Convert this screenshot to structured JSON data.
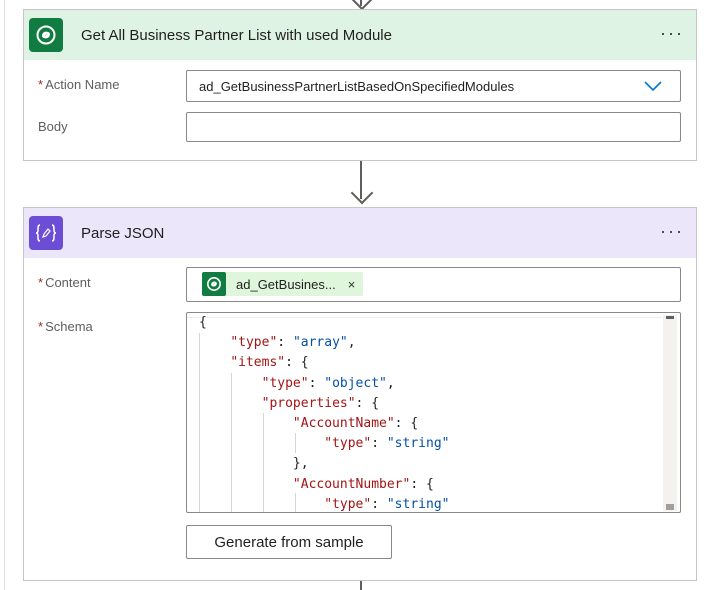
{
  "actions": [
    {
      "title": "Get All Business Partner List with used Module",
      "icon": "dataverse-icon",
      "header_color": "#dff3e4",
      "icon_color": "#107c41",
      "fields": [
        {
          "label": "Action Name",
          "required": true,
          "value": "ad_GetBusinessPartnerListBasedOnSpecifiedModules",
          "type": "dropdown"
        },
        {
          "label": "Body",
          "required": false,
          "value": "",
          "type": "text"
        }
      ]
    },
    {
      "title": "Parse JSON",
      "icon": "code-braces-icon",
      "header_color": "#ece6fb",
      "icon_color": "#6c4ed6",
      "fields": [
        {
          "label": "Content",
          "required": true,
          "token": "ad_GetBusines...",
          "type": "token"
        },
        {
          "label": "Schema",
          "required": true,
          "type": "code"
        }
      ],
      "schema_lines": [
        "{",
        "    \"type\": \"array\",",
        "    \"items\": {",
        "        \"type\": \"object\",",
        "        \"properties\": {",
        "            \"AccountName\": {",
        "                \"type\": \"string\"",
        "            },",
        "            \"AccountNumber\": {",
        "                \"type\": \"string\""
      ],
      "button": "Generate from sample"
    }
  ],
  "more_label": "···",
  "required_mark": "*",
  "token_close": "×"
}
